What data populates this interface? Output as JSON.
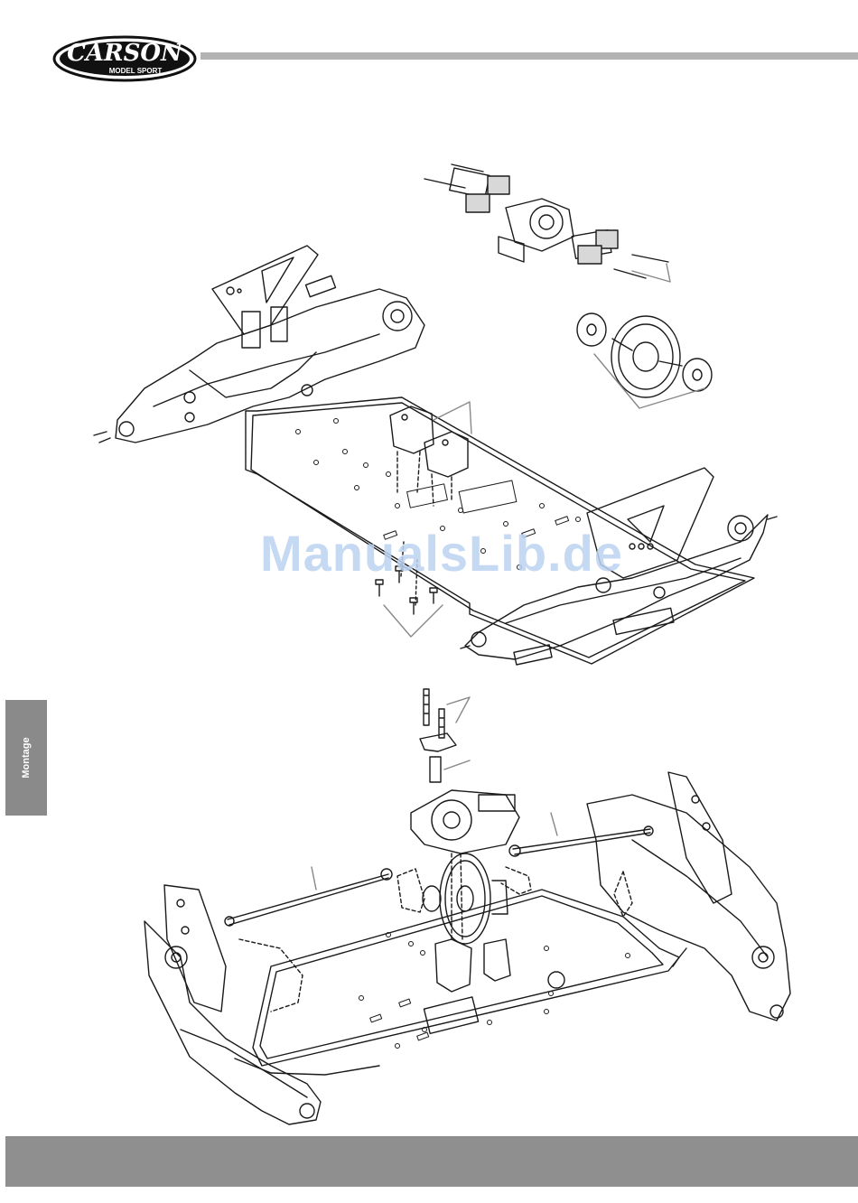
{
  "header": {
    "logo_text": "CARSON",
    "logo_subtext": "MODEL SPORT"
  },
  "side_tab": {
    "label": "Montage"
  },
  "watermark": {
    "text": "ManualsLib.de"
  },
  "colors": {
    "header_rule": "#b3b3b3",
    "side_tab": "#8a8a8a",
    "footer_bar": "#8f8f8f",
    "line_art": "#1a1a1a",
    "watermark": "#bcd3f0"
  }
}
